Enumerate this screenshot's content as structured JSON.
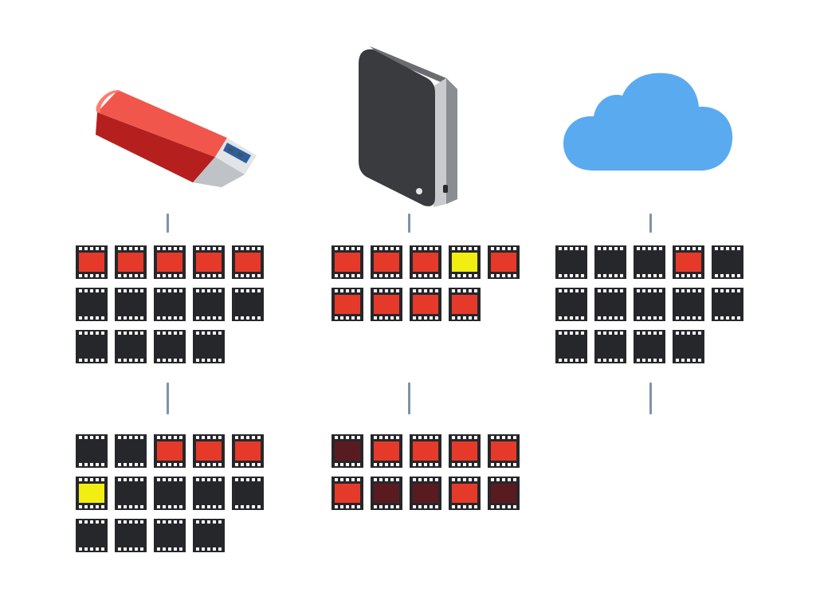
{
  "colors": {
    "background": "#ffffff",
    "film_dark": "#26272b",
    "connector": "#7f93a8",
    "usb_body": "#e8322f",
    "drive_body": "#3a3b3f",
    "cloud": "#5aaaf0"
  },
  "frame_colors": {
    "dark": "#26272b",
    "red": "#e53a2a",
    "yellow": "#f2ee12",
    "maroon": "#5a1b20"
  },
  "storage_devices": [
    {
      "id": "usb",
      "icon": "usb-flash-drive-icon"
    },
    {
      "id": "hdd",
      "icon": "external-hard-drive-icon"
    },
    {
      "id": "cloud",
      "icon": "cloud-storage-icon"
    }
  ],
  "frame_grids": [
    {
      "id": "usb-top",
      "frames": [
        "red",
        "red",
        "red",
        "red",
        "red",
        "dark",
        "dark",
        "dark",
        "dark",
        "dark",
        "dark",
        "dark",
        "dark",
        "dark"
      ]
    },
    {
      "id": "hdd-top",
      "frames": [
        "red",
        "red",
        "red",
        "yellow",
        "red",
        "red",
        "red",
        "red",
        "red"
      ]
    },
    {
      "id": "cloud-top",
      "frames": [
        "dark",
        "dark",
        "dark",
        "red",
        "dark",
        "dark",
        "dark",
        "dark",
        "dark",
        "dark",
        "dark",
        "dark",
        "dark",
        "dark"
      ]
    },
    {
      "id": "usb-bottom",
      "frames": [
        "dark",
        "dark",
        "red",
        "red",
        "red",
        "yellow",
        "dark",
        "dark",
        "dark",
        "dark",
        "dark",
        "dark",
        "dark",
        "dark"
      ]
    },
    {
      "id": "hdd-bottom",
      "frames": [
        "maroon",
        "red",
        "red",
        "red",
        "red",
        "red",
        "maroon",
        "maroon",
        "red",
        "maroon"
      ]
    }
  ]
}
